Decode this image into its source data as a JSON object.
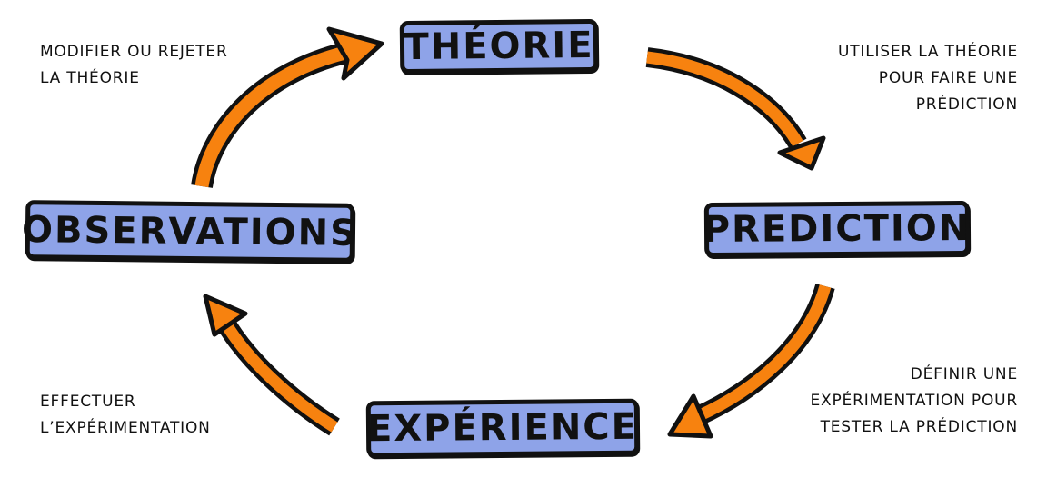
{
  "title": "Cycle de la méthode scientifique",
  "colors": {
    "box_fill": "#8ea3e8",
    "box_border": "#111111",
    "arrow_fill": "#f7820f",
    "arrow_outline": "#111111",
    "text": "#111111",
    "background": "#ffffff"
  },
  "nodes": {
    "theorie": "THÉORIE",
    "prediction": "PREDICTION",
    "experience": "EXPÉRIENCE",
    "observations": "OBSERVATIONS"
  },
  "notes": {
    "modifier": [
      "MODIFIER OU REJETER",
      "LA THÉORIE"
    ],
    "utiliser": [
      "UTILISER LA THÉORIE",
      "POUR FAIRE UNE",
      "PRÉDICTION"
    ],
    "definir": [
      "DÉFINIR UNE",
      "EXPÉRIMENTATION POUR",
      "TESTER LA PRÉDICTION"
    ],
    "effectuer": [
      "EFFECTUER",
      "L’EXPÉRIMENTATION"
    ]
  },
  "arrows": [
    {
      "from": "observations",
      "to": "theorie",
      "icon": "curved-arrow-up-right"
    },
    {
      "from": "theorie",
      "to": "prediction",
      "icon": "curved-arrow-down-right"
    },
    {
      "from": "prediction",
      "to": "experience",
      "icon": "curved-arrow-down-left"
    },
    {
      "from": "experience",
      "to": "observations",
      "icon": "curved-arrow-up-left"
    }
  ]
}
